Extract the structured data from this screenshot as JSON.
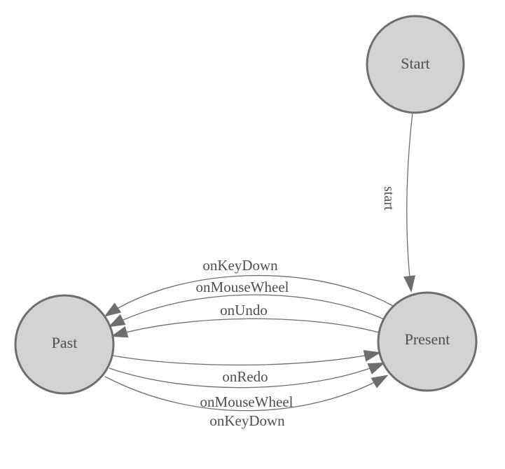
{
  "diagram": {
    "kind": "state-machine",
    "background_color": "#ffffff",
    "node_fill_color": "#d3d3d3",
    "node_border_color": "#6e6e6e",
    "edge_color": "#6e6e6e",
    "text_color": "#4f4f4f",
    "nodes": [
      {
        "id": "start",
        "label": "Start"
      },
      {
        "id": "present",
        "label": "Present"
      },
      {
        "id": "past",
        "label": "Past"
      }
    ],
    "edges": [
      {
        "from": "Start",
        "to": "Present",
        "label": "start"
      },
      {
        "from": "Present",
        "to": "Past",
        "label": "onKeyDown"
      },
      {
        "from": "Present",
        "to": "Past",
        "label": "onMouseWheel"
      },
      {
        "from": "Present",
        "to": "Past",
        "label": "onUndo"
      },
      {
        "from": "Past",
        "to": "Present",
        "label": "onRedo"
      },
      {
        "from": "Past",
        "to": "Present",
        "label": "onMouseWheel"
      },
      {
        "from": "Past",
        "to": "Present",
        "label": "onKeyDown"
      }
    ]
  }
}
